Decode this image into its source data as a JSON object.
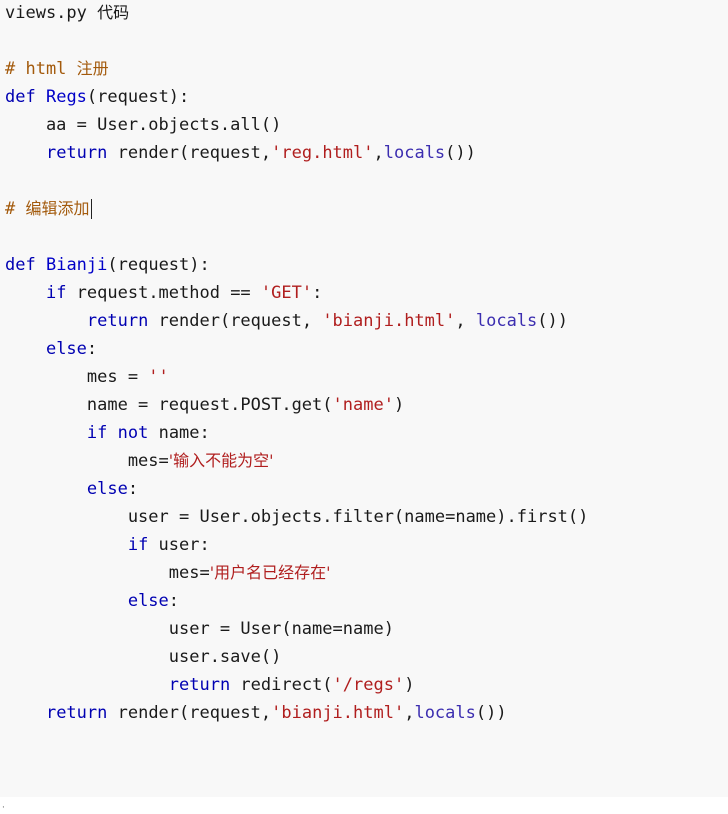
{
  "code": {
    "title_file": "views.py",
    "title_label": "代码",
    "comment_html_hash": "# html",
    "comment_html_text": "注册",
    "comment_edit_hash": "#",
    "comment_edit_text": "编辑添加",
    "kw_def": "def",
    "kw_return": "return",
    "kw_if": "if",
    "kw_else": "else",
    "kw_not": "not",
    "fn_regs": "Regs",
    "fn_bianji": "Bianji",
    "builtin_locals": "locals",
    "str_reg_html": "'reg.html'",
    "str_bianji_html": "'bianji.html'",
    "str_get": "'GET'",
    "str_empty": "''",
    "str_name": "'name'",
    "str_empty_msg": "'输入不能为空'",
    "str_exists_msg": "'用户名已经存在'",
    "str_regs": "'/regs'"
  },
  "footer": {
    "glyph": "·"
  }
}
